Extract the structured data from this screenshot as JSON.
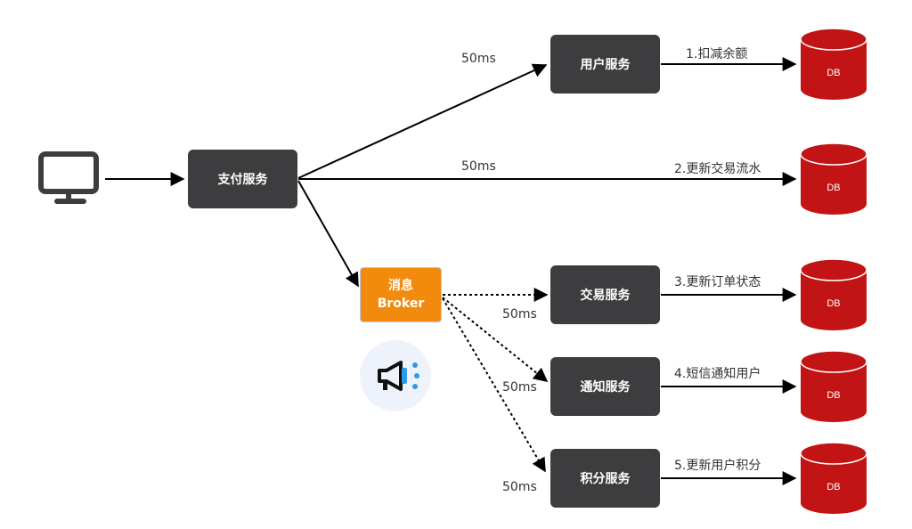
{
  "client": {
    "icon": "monitor-icon"
  },
  "nodes": {
    "payment": "支付服务",
    "user": "用户服务",
    "trade": "交易服务",
    "notify": "通知服务",
    "points": "积分服务"
  },
  "broker": {
    "line1": "消息",
    "line2": "Broker",
    "icon": "megaphone-icon"
  },
  "latency": [
    "50ms",
    "50ms",
    "50ms",
    "50ms",
    "50ms"
  ],
  "actions": [
    "1.扣减余额",
    "2.更新交易流水",
    "3.更新订单状态",
    "4.短信通知用户",
    "5.更新用户积分"
  ],
  "db_label": "DB",
  "colors": {
    "service": "#3d3d3f",
    "broker": "#f28a0e",
    "db": "#c21414",
    "megaphone_accent": "#2e9be6"
  }
}
